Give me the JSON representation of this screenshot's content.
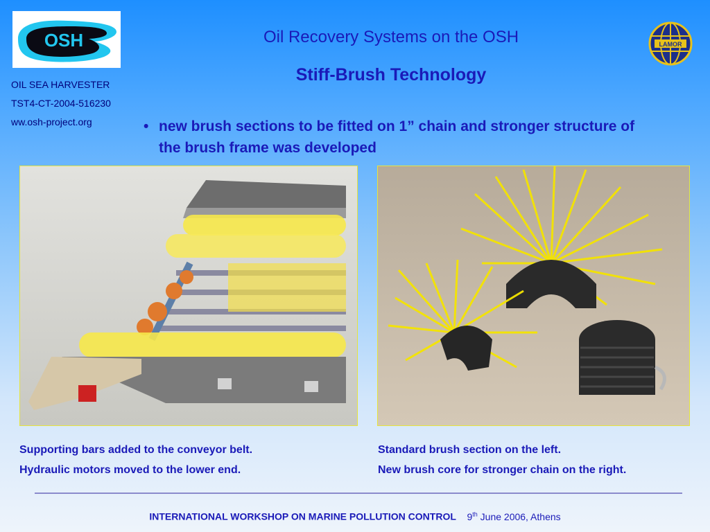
{
  "header": {
    "logo_text": "OSH",
    "org_lines": [
      "OIL SEA HARVESTER",
      "TST4-CT-2004-516230",
      "ww.osh-project.org"
    ],
    "title": "Oil Recovery Systems on the OSH",
    "subtitle": "Stiff-Brush Technology",
    "partner_logo_text": "LAMOR"
  },
  "content": {
    "bullet": "new brush sections to be fitted on 1” chain and stronger structure of the brush frame was developed"
  },
  "figures": [
    {
      "captions": [
        "Supporting bars added to the conveyor belt.",
        "Hydraulic motors moved to the lower end."
      ]
    },
    {
      "captions": [
        "Standard brush section on the left.",
        "New brush core for stronger chain on the right."
      ]
    }
  ],
  "footer": {
    "event": "INTERNATIONAL WORKSHOP ON MARINE POLLUTION CONTROL",
    "day": "9",
    "day_suffix": "th",
    "date_rest": " June 2006, Athens"
  },
  "colors": {
    "heading": "#1a1ab8",
    "accent_yellow": "#f5e800",
    "background_top": "#1e8fff"
  }
}
